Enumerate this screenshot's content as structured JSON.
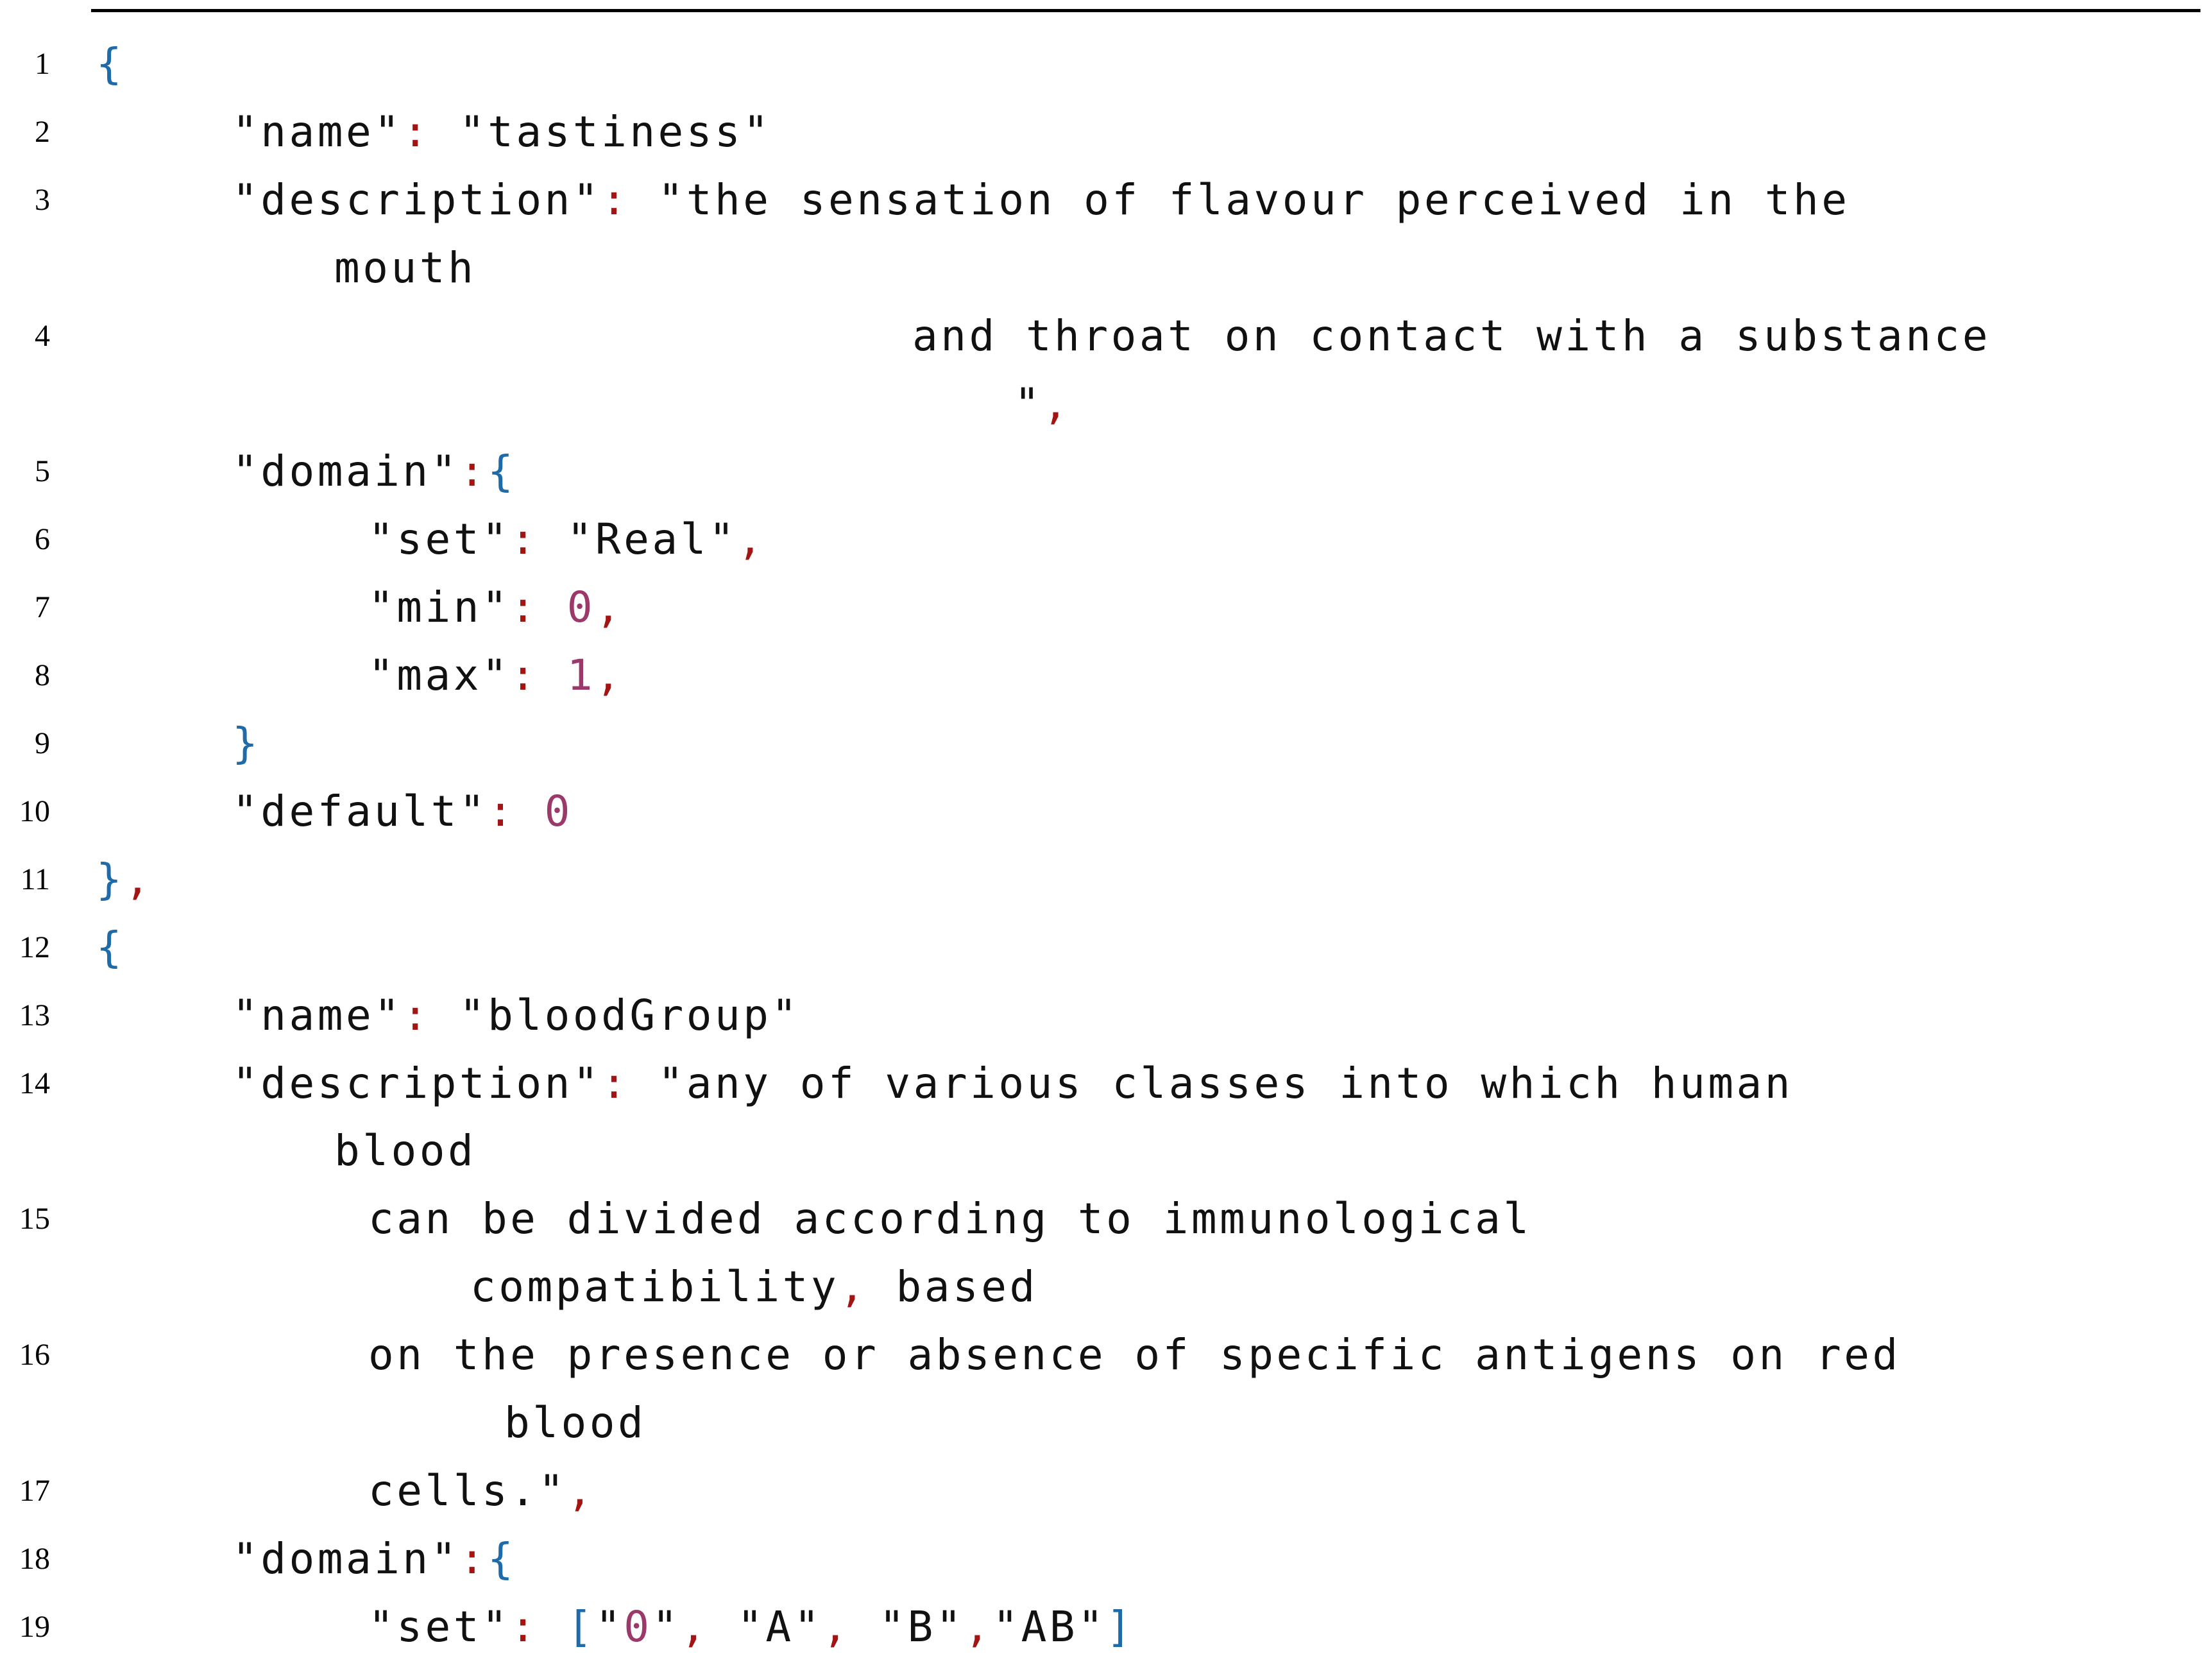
{
  "colors": {
    "text": "#111111",
    "brace": "#1f6aa8",
    "punct": "#a31515",
    "number": "#9b3a6a",
    "line_number": "#000000",
    "rule": "#000000"
  },
  "lines": [
    {
      "n": "1",
      "indent": 0,
      "tokens": [
        {
          "t": "{",
          "c": "brace"
        }
      ]
    },
    {
      "n": "2",
      "indent": 4,
      "tokens": [
        {
          "t": "\"name\"",
          "c": "text"
        },
        {
          "t": ":",
          "c": "punct"
        },
        {
          "t": " \"tastiness\"",
          "c": "text"
        }
      ]
    },
    {
      "n": "3",
      "indent": 4,
      "tokens": [
        {
          "t": "\"description\"",
          "c": "text"
        },
        {
          "t": ":",
          "c": "punct"
        },
        {
          "t": " \"the sensation of flavour perceived in the",
          "c": "text"
        }
      ]
    },
    {
      "n": "",
      "indent": 7,
      "tokens": [
        {
          "t": "mouth",
          "c": "text"
        }
      ]
    },
    {
      "n": "4",
      "indent": 24,
      "tokens": [
        {
          "t": "and throat on contact with a substance",
          "c": "text"
        }
      ]
    },
    {
      "n": "",
      "indent": 27,
      "tokens": [
        {
          "t": "\"",
          "c": "text"
        },
        {
          "t": ",",
          "c": "punct"
        }
      ]
    },
    {
      "n": "5",
      "indent": 4,
      "tokens": [
        {
          "t": "\"domain\"",
          "c": "text"
        },
        {
          "t": ":",
          "c": "punct"
        },
        {
          "t": "{",
          "c": "brace"
        }
      ]
    },
    {
      "n": "6",
      "indent": 8,
      "tokens": [
        {
          "t": "\"set\"",
          "c": "text"
        },
        {
          "t": ":",
          "c": "punct"
        },
        {
          "t": " \"Real\"",
          "c": "text"
        },
        {
          "t": ",",
          "c": "punct"
        }
      ]
    },
    {
      "n": "7",
      "indent": 8,
      "tokens": [
        {
          "t": "\"min\"",
          "c": "text"
        },
        {
          "t": ":",
          "c": "punct"
        },
        {
          "t": " ",
          "c": "text"
        },
        {
          "t": "0",
          "c": "number"
        },
        {
          "t": ",",
          "c": "punct"
        }
      ]
    },
    {
      "n": "8",
      "indent": 8,
      "tokens": [
        {
          "t": "\"max\"",
          "c": "text"
        },
        {
          "t": ":",
          "c": "punct"
        },
        {
          "t": " ",
          "c": "text"
        },
        {
          "t": "1",
          "c": "number"
        },
        {
          "t": ",",
          "c": "punct"
        }
      ]
    },
    {
      "n": "9",
      "indent": 4,
      "tokens": [
        {
          "t": "}",
          "c": "brace"
        }
      ]
    },
    {
      "n": "10",
      "indent": 4,
      "tokens": [
        {
          "t": "\"default\"",
          "c": "text"
        },
        {
          "t": ":",
          "c": "punct"
        },
        {
          "t": " ",
          "c": "text"
        },
        {
          "t": "0",
          "c": "number"
        }
      ]
    },
    {
      "n": "11",
      "indent": 0,
      "tokens": [
        {
          "t": "}",
          "c": "brace"
        },
        {
          "t": ",",
          "c": "punct"
        }
      ]
    },
    {
      "n": "12",
      "indent": 0,
      "tokens": [
        {
          "t": "{",
          "c": "brace"
        }
      ]
    },
    {
      "n": "13",
      "indent": 4,
      "tokens": [
        {
          "t": "\"name\"",
          "c": "text"
        },
        {
          "t": ":",
          "c": "punct"
        },
        {
          "t": " \"bloodGroup\"",
          "c": "text"
        }
      ]
    },
    {
      "n": "14",
      "indent": 4,
      "tokens": [
        {
          "t": "\"description\"",
          "c": "text"
        },
        {
          "t": ":",
          "c": "punct"
        },
        {
          "t": " \"any of various classes into which human",
          "c": "text"
        }
      ]
    },
    {
      "n": "",
      "indent": 7,
      "tokens": [
        {
          "t": "blood",
          "c": "text"
        }
      ]
    },
    {
      "n": "15",
      "indent": 8,
      "tokens": [
        {
          "t": "can be divided according to immunological",
          "c": "text"
        }
      ]
    },
    {
      "n": "",
      "indent": 11,
      "tokens": [
        {
          "t": "compatibility",
          "c": "text"
        },
        {
          "t": ",",
          "c": "punct"
        },
        {
          "t": " based",
          "c": "text"
        }
      ]
    },
    {
      "n": "16",
      "indent": 8,
      "tokens": [
        {
          "t": "on the presence or absence of specific antigens on red",
          "c": "text"
        }
      ]
    },
    {
      "n": "",
      "indent": 12,
      "tokens": [
        {
          "t": "blood",
          "c": "text"
        }
      ]
    },
    {
      "n": "17",
      "indent": 8,
      "tokens": [
        {
          "t": "cells.\"",
          "c": "text"
        },
        {
          "t": ",",
          "c": "punct"
        }
      ]
    },
    {
      "n": "18",
      "indent": 4,
      "tokens": [
        {
          "t": "\"domain\"",
          "c": "text"
        },
        {
          "t": ":",
          "c": "punct"
        },
        {
          "t": "{",
          "c": "brace"
        }
      ]
    },
    {
      "n": "19",
      "indent": 8,
      "tokens": [
        {
          "t": "\"set\"",
          "c": "text"
        },
        {
          "t": ":",
          "c": "punct"
        },
        {
          "t": " ",
          "c": "text"
        },
        {
          "t": "[",
          "c": "brace"
        },
        {
          "t": "\"",
          "c": "text"
        },
        {
          "t": "0",
          "c": "number"
        },
        {
          "t": "\"",
          "c": "text"
        },
        {
          "t": ",",
          "c": "punct"
        },
        {
          "t": " \"A\"",
          "c": "text"
        },
        {
          "t": ",",
          "c": "punct"
        },
        {
          "t": " \"B\"",
          "c": "text"
        },
        {
          "t": ",",
          "c": "punct"
        },
        {
          "t": "\"AB\"",
          "c": "text"
        },
        {
          "t": "]",
          "c": "brace"
        }
      ]
    }
  ]
}
